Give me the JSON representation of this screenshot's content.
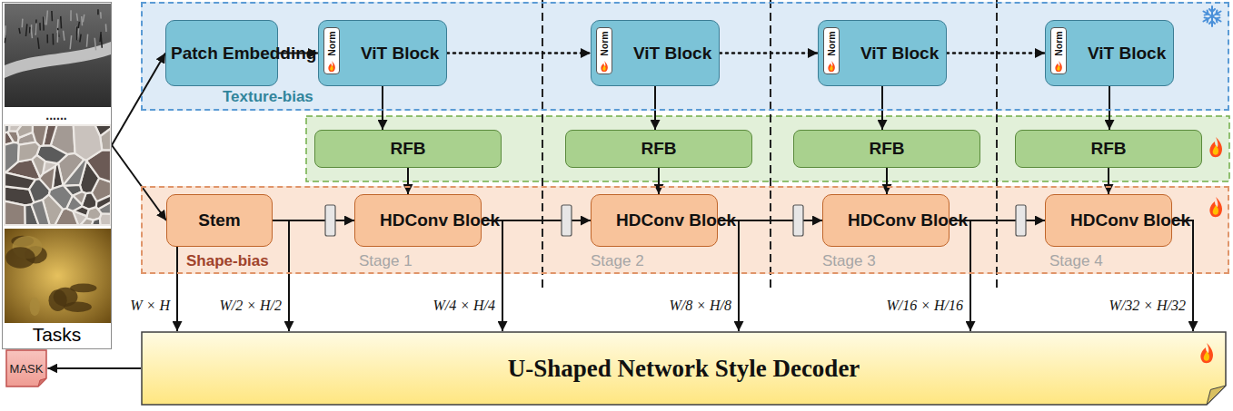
{
  "diagram": {
    "nodes": [
      {
        "text": [
          "Tasks"
        ]
      },
      {
        "text": [
          "Texture-bias"
        ]
      },
      {
        "text": [
          "Patch Embedding"
        ],
        "in": 1
      },
      {
        "text": [
          "ViT Block"
        ],
        "in": 1
      },
      {
        "text": [
          "Norm"
        ],
        "in": 3
      },
      {
        "text": [
          "ViT Block"
        ],
        "in": 1
      },
      {
        "text": [
          "Norm"
        ],
        "in": 5
      },
      {
        "text": [
          "ViT Block"
        ],
        "in": 1
      },
      {
        "text": [
          "Norm"
        ],
        "in": 7
      },
      {
        "text": [
          "ViT Block"
        ],
        "in": 1
      },
      {
        "text": [
          "Norm"
        ],
        "in": 9
      },
      {
        "text": [
          "RFB"
        ]
      },
      {
        "text": [
          "RFB"
        ]
      },
      {
        "text": [
          "RFB"
        ]
      },
      {
        "text": [
          "RFB"
        ]
      },
      {
        "text": [
          "Shape-bias"
        ]
      },
      {
        "text": [
          "Stem"
        ],
        "in": 15
      },
      {
        "text": [
          "HDConv Block"
        ],
        "in": 15
      },
      {
        "text": [
          "HDConv Block"
        ],
        "in": 15
      },
      {
        "text": [
          "HDConv Block"
        ],
        "in": 15
      },
      {
        "text": [
          "HDConv Block"
        ],
        "in": 15
      },
      {
        "text": [
          "U-Shaped Network Style Decoder"
        ]
      },
      {
        "text": [
          "MASK"
        ]
      }
    ],
    "edges": [
      {
        "from": 0,
        "to": 2,
        "arrow": "to"
      },
      {
        "from": 0,
        "to": 16,
        "arrow": "to"
      },
      {
        "from": 2,
        "to": 3,
        "arrow": "to"
      },
      {
        "from": 3,
        "to": 5,
        "arrow": "to"
      },
      {
        "from": 5,
        "to": 7,
        "arrow": "to"
      },
      {
        "from": 7,
        "to": 9,
        "arrow": "to"
      },
      {
        "from": 3,
        "to": 11,
        "arrow": "to"
      },
      {
        "from": 5,
        "to": 12,
        "arrow": "to"
      },
      {
        "from": 7,
        "to": 13,
        "arrow": "to"
      },
      {
        "from": 9,
        "to": 14,
        "arrow": "to"
      },
      {
        "from": 11,
        "to": 17,
        "arrow": "to"
      },
      {
        "from": 12,
        "to": 18,
        "arrow": "to"
      },
      {
        "from": 13,
        "to": 19,
        "arrow": "to"
      },
      {
        "from": 14,
        "to": 20,
        "arrow": "to"
      },
      {
        "from": 16,
        "to": 17,
        "arrow": "to"
      },
      {
        "from": 17,
        "to": 18,
        "arrow": "to"
      },
      {
        "from": 18,
        "to": 19,
        "arrow": "to"
      },
      {
        "from": 19,
        "to": 20,
        "arrow": "to"
      },
      {
        "from": 16,
        "to": 21,
        "label": "W × H",
        "arrow": "to"
      },
      {
        "from": 16,
        "to": 21,
        "label": "W/2 × H/2",
        "arrow": "to"
      },
      {
        "from": 17,
        "to": 21,
        "label": "W/4 × H/4",
        "arrow": "to"
      },
      {
        "from": 18,
        "to": 21,
        "label": "W/8 × H/8",
        "arrow": "to"
      },
      {
        "from": 19,
        "to": 21,
        "label": "W/16 × H/16",
        "arrow": "to"
      },
      {
        "from": 20,
        "to": 21,
        "label": "W/32 × H/32",
        "arrow": "to"
      },
      {
        "from": 21,
        "to": 22,
        "arrow": "to"
      }
    ],
    "labels": [
      "......",
      "Stage 1",
      "Stage 2",
      "Stage 3",
      "Stage 4"
    ]
  }
}
